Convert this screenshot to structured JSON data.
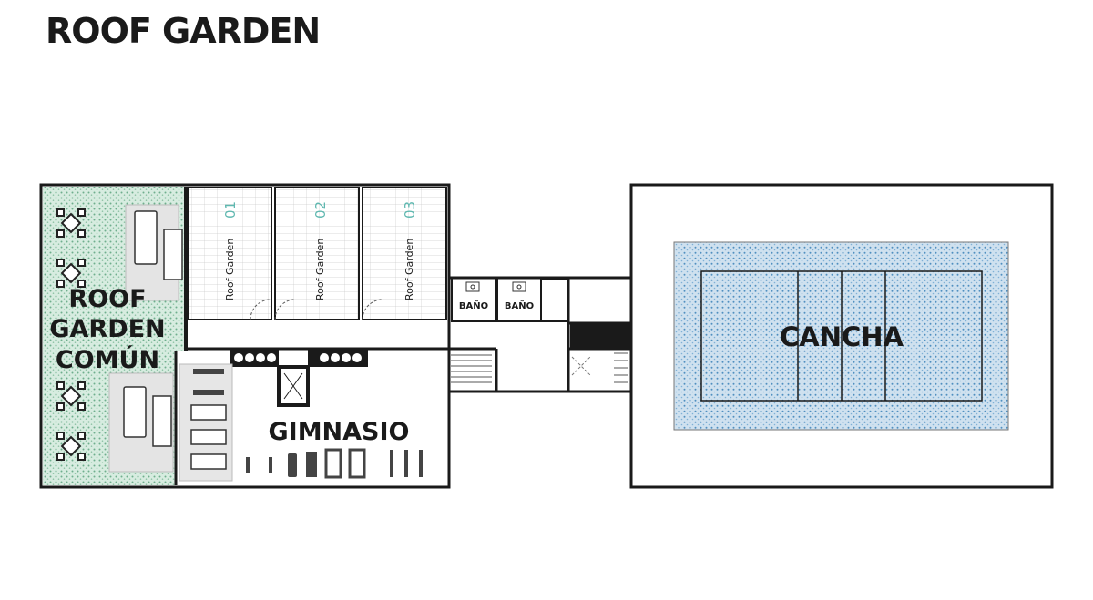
{
  "title": "ROOF GARDEN",
  "rooms": {
    "common_garden": [
      "ROOF",
      "GARDEN",
      "COMÚN"
    ],
    "private_gardens": [
      {
        "label": "Roof Garden",
        "number": "01"
      },
      {
        "label": "Roof Garden",
        "number": "02"
      },
      {
        "label": "Roof Garden",
        "number": "03"
      }
    ],
    "bathrooms": [
      "BAÑO",
      "BAÑO"
    ],
    "gym": "GIMNASIO",
    "court": "CANCHA"
  },
  "colors": {
    "garden_green": "#cfe6d8",
    "court_blue": "#bcd6ea",
    "number_teal": "#5fb8b0",
    "wall": "#1a1a1a"
  }
}
